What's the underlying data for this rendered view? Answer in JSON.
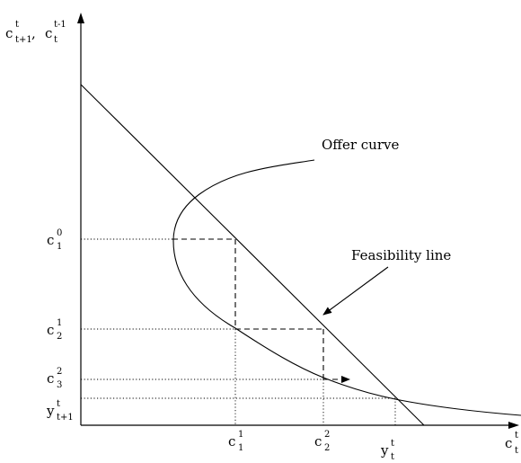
{
  "axes": {
    "y_label": {
      "base": "c",
      "sup": "t",
      "sub": "t+1",
      "sep": ", ",
      "base2": "c",
      "sup2": "t-1",
      "sub2": "t"
    },
    "x_label": {
      "base": "c",
      "sup": "t",
      "sub": "t"
    }
  },
  "curves": {
    "offer_curve_label": "Offer curve",
    "feasibility_line_label": "Feasibility line"
  },
  "y_ticks": [
    {
      "key": "c10",
      "base": "c",
      "sup": "0",
      "sub": "1"
    },
    {
      "key": "c21",
      "base": "c",
      "sup": "1",
      "sub": "2"
    },
    {
      "key": "c32",
      "base": "c",
      "sup": "2",
      "sub": "3"
    },
    {
      "key": "yt1",
      "base": "y",
      "sup": "t",
      "sub": "t+1"
    }
  ],
  "x_ticks": [
    {
      "key": "c11",
      "base": "c",
      "sup": "1",
      "sub": "1"
    },
    {
      "key": "c22",
      "base": "c",
      "sup": "2",
      "sub": "2"
    },
    {
      "key": "yt",
      "base": "y",
      "sup": "t",
      "sub": "t"
    }
  ]
}
